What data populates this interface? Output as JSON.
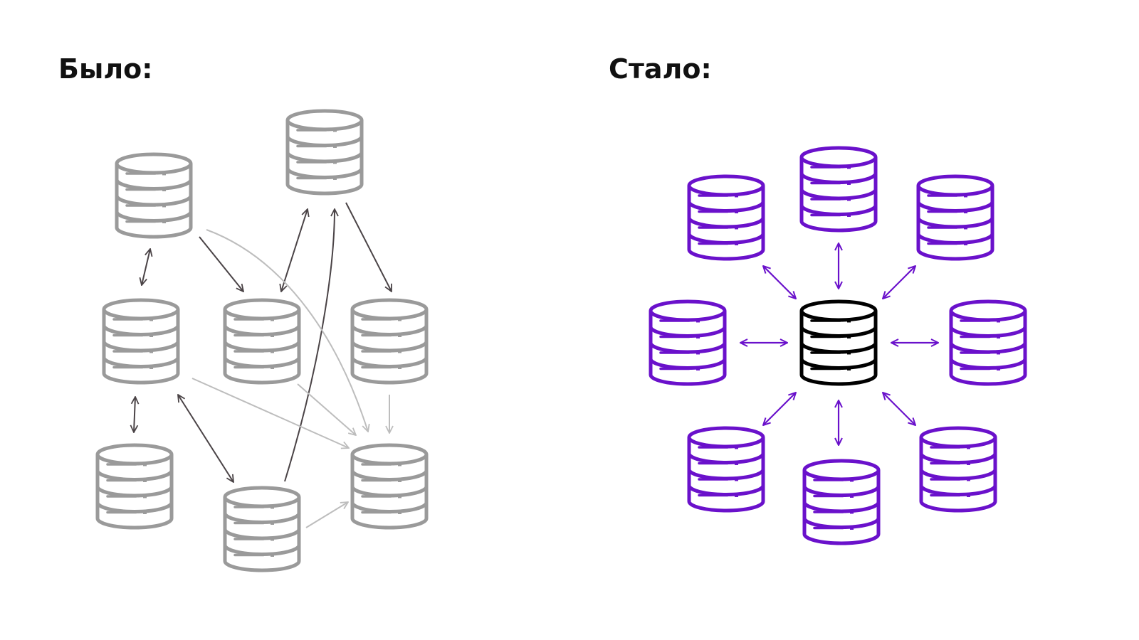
{
  "titles": {
    "before": "Было:",
    "after": "Стало:"
  },
  "colors": {
    "background": "#ffffff",
    "legacy_db": "#9a9a9a",
    "legacy_arrow_dark": "#4a4346",
    "legacy_arrow_light": "#bdbdbd",
    "new_db": "#6a11cb",
    "hub_db": "#000000",
    "new_arrow": "#6a11cb"
  },
  "icons": {
    "node": "database-icon",
    "connector": "arrow-icon"
  },
  "before_diagram": {
    "nodes": [
      "db-a",
      "db-b",
      "db-c",
      "db-d",
      "db-e",
      "db-f",
      "db-g",
      "db-h"
    ],
    "links": [
      {
        "from": "db-a",
        "to": "db-c",
        "style": "dark",
        "direction": "both"
      },
      {
        "from": "db-c",
        "to": "db-f",
        "style": "dark",
        "direction": "both"
      },
      {
        "from": "db-a",
        "to": "db-d",
        "style": "dark",
        "direction": "forward"
      },
      {
        "from": "db-b",
        "to": "db-d",
        "style": "dark",
        "direction": "both"
      },
      {
        "from": "db-b",
        "to": "db-e",
        "style": "dark",
        "direction": "forward"
      },
      {
        "from": "db-c",
        "to": "db-g",
        "style": "dark",
        "direction": "both"
      },
      {
        "from": "db-g",
        "to": "db-b",
        "style": "dark",
        "direction": "forward"
      },
      {
        "from": "db-a",
        "to": "db-h",
        "style": "light",
        "direction": "forward"
      },
      {
        "from": "db-c",
        "to": "db-h",
        "style": "light",
        "direction": "forward"
      },
      {
        "from": "db-d",
        "to": "db-h",
        "style": "light",
        "direction": "forward"
      },
      {
        "from": "db-e",
        "to": "db-h",
        "style": "light",
        "direction": "forward"
      },
      {
        "from": "db-g",
        "to": "db-h",
        "style": "light",
        "direction": "forward"
      }
    ]
  },
  "after_diagram": {
    "hub": "hub-db",
    "spokes": [
      "db-n",
      "db-ne",
      "db-e",
      "db-se",
      "db-s",
      "db-sw",
      "db-w",
      "db-nw"
    ],
    "link_direction": "both"
  }
}
